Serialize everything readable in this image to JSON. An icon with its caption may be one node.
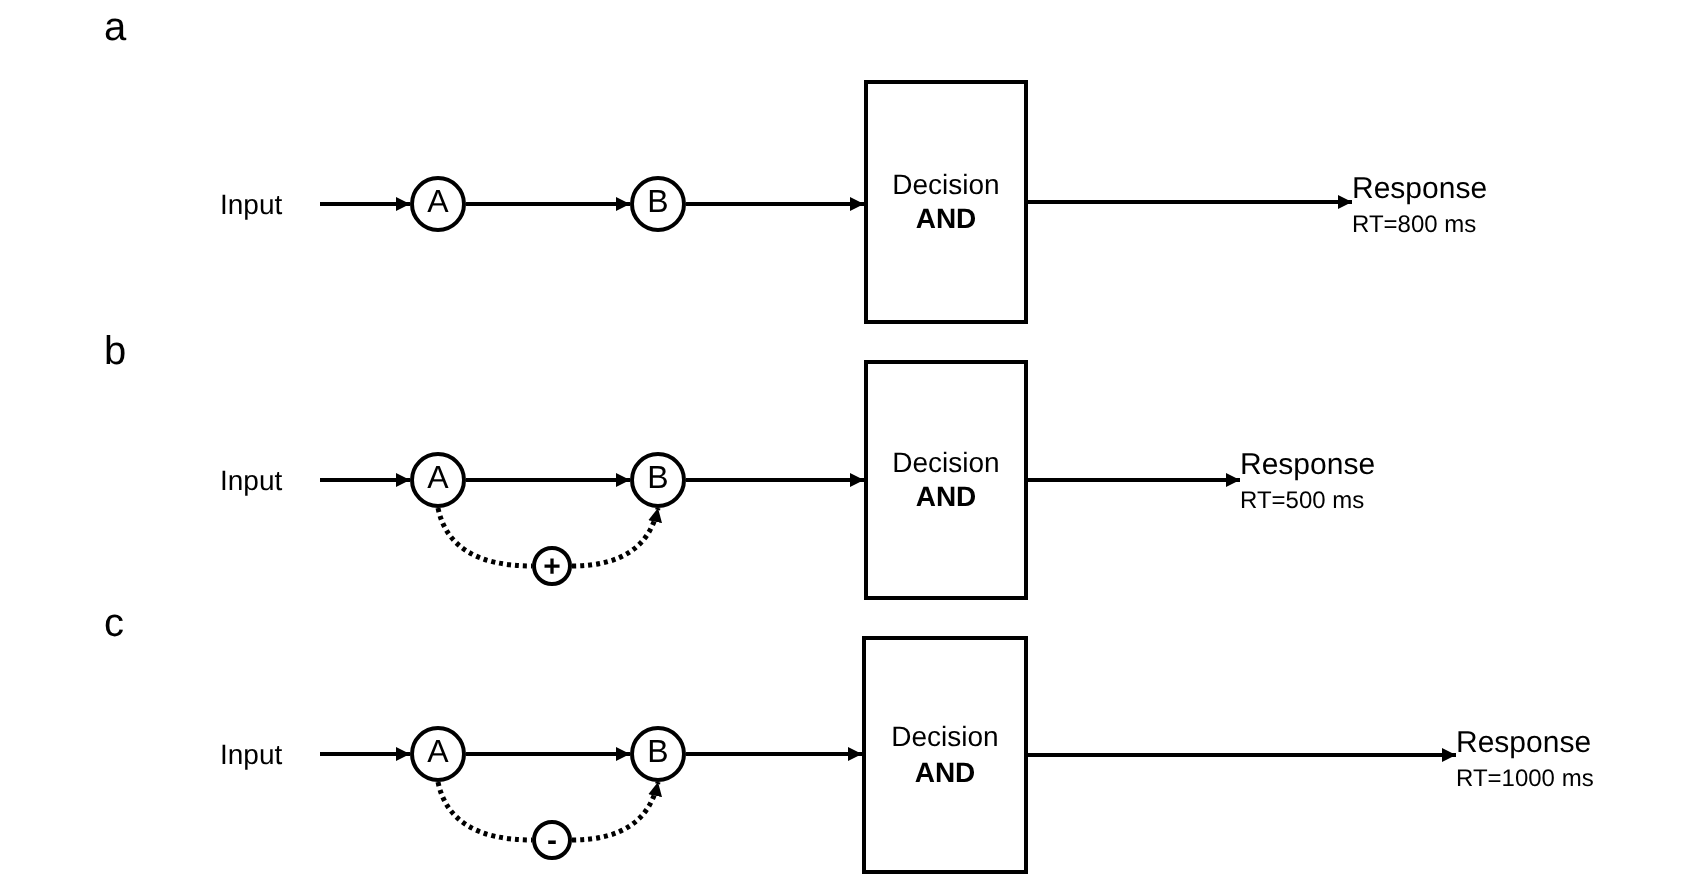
{
  "diagram": {
    "nodes": [
      {
        "text": [
          "Input"
        ]
      },
      {
        "text": [
          "A"
        ]
      },
      {
        "text": [
          "B"
        ]
      },
      {
        "text": [
          "Decision",
          "AND"
        ]
      },
      {
        "text": [
          "Response",
          "RT=800 ms"
        ]
      },
      {
        "text": [
          "Input"
        ]
      },
      {
        "text": [
          "A"
        ]
      },
      {
        "text": [
          "B"
        ]
      },
      {
        "text": [
          "+"
        ]
      },
      {
        "text": [
          "Decision",
          "AND"
        ]
      },
      {
        "text": [
          "Response",
          "RT=500 ms"
        ]
      },
      {
        "text": [
          "Input"
        ]
      },
      {
        "text": [
          "A"
        ]
      },
      {
        "text": [
          "B"
        ]
      },
      {
        "text": [
          "-"
        ]
      },
      {
        "text": [
          "Decision",
          "AND"
        ]
      },
      {
        "text": [
          "Response",
          "RT=1000 ms"
        ]
      }
    ],
    "edges": [
      {
        "from": 0,
        "to": 1,
        "arrow": "to"
      },
      {
        "from": 1,
        "to": 2,
        "arrow": "to"
      },
      {
        "from": 2,
        "to": 3,
        "arrow": "to"
      },
      {
        "from": 3,
        "to": 4,
        "arrow": "to"
      },
      {
        "from": 5,
        "to": 6,
        "arrow": "to"
      },
      {
        "from": 6,
        "to": 7,
        "arrow": "to"
      },
      {
        "from": 7,
        "to": 9,
        "arrow": "to"
      },
      {
        "from": 9,
        "to": 10,
        "arrow": "to"
      },
      {
        "from": 6,
        "to": 8,
        "arrow": "none",
        "style": "dashed"
      },
      {
        "from": 8,
        "to": 7,
        "arrow": "to",
        "style": "dashed"
      },
      {
        "from": 11,
        "to": 12,
        "arrow": "to"
      },
      {
        "from": 12,
        "to": 13,
        "arrow": "to"
      },
      {
        "from": 13,
        "to": 15,
        "arrow": "to"
      },
      {
        "from": 15,
        "to": 16,
        "arrow": "to"
      },
      {
        "from": 12,
        "to": 14,
        "arrow": "none",
        "style": "dashed"
      },
      {
        "from": 14,
        "to": 13,
        "arrow": "to",
        "style": "dashed"
      }
    ],
    "labels": [
      "a",
      "b",
      "c"
    ]
  }
}
